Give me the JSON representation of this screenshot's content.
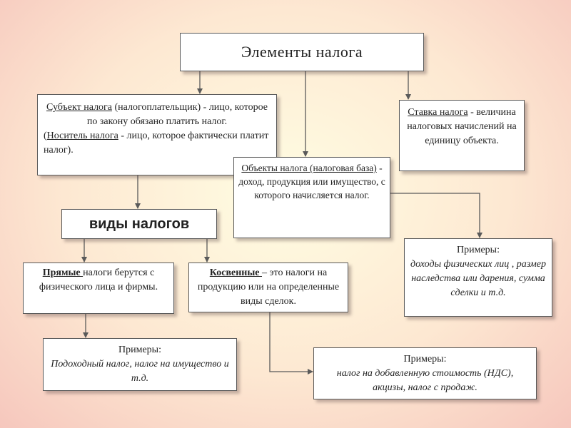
{
  "title": "Элементы  налога",
  "subject": {
    "term": "Субъект налога",
    "definition": " (налогоплательщик) - лицо, которое по закону обязано платить налог.",
    "carrier_open": "(",
    "carrier_term": "Носитель налога",
    "carrier_definition": " - лицо, которое фактически платит налог)."
  },
  "objects": {
    "term": "Объекты налога (налоговая база)",
    "definition": " - доход, продукция или имущество, с которого начисляется налог."
  },
  "rate": {
    "term": "Ставка налога",
    "definition": " - величина налоговых начислений на единицу объекта."
  },
  "types_heading": "виды налогов",
  "direct": {
    "term": "Прямые ",
    "definition": "налоги берутся с физического лица и фирмы."
  },
  "indirect": {
    "term": "Косвенные ",
    "definition": "– это налоги на продукцию или на определенные виды сделок."
  },
  "examples_income": {
    "label": "Примеры:",
    "text": "доходы  физических лиц , размер наследства или дарения, сумма сделки и т.д."
  },
  "examples_direct": {
    "label": "Примеры:",
    "text": "Подоходный налог, налог на имущество и т.д."
  },
  "examples_indirect": {
    "label": "Примеры:",
    "text": "налог  на добавленную стоимость (НДС), акцизы, налог с продаж."
  },
  "colors": {
    "background_center": "#fffde2",
    "background_edge": "#f6c7bd",
    "connector": "#5a5a5a",
    "box_fill": "#ffffff"
  }
}
